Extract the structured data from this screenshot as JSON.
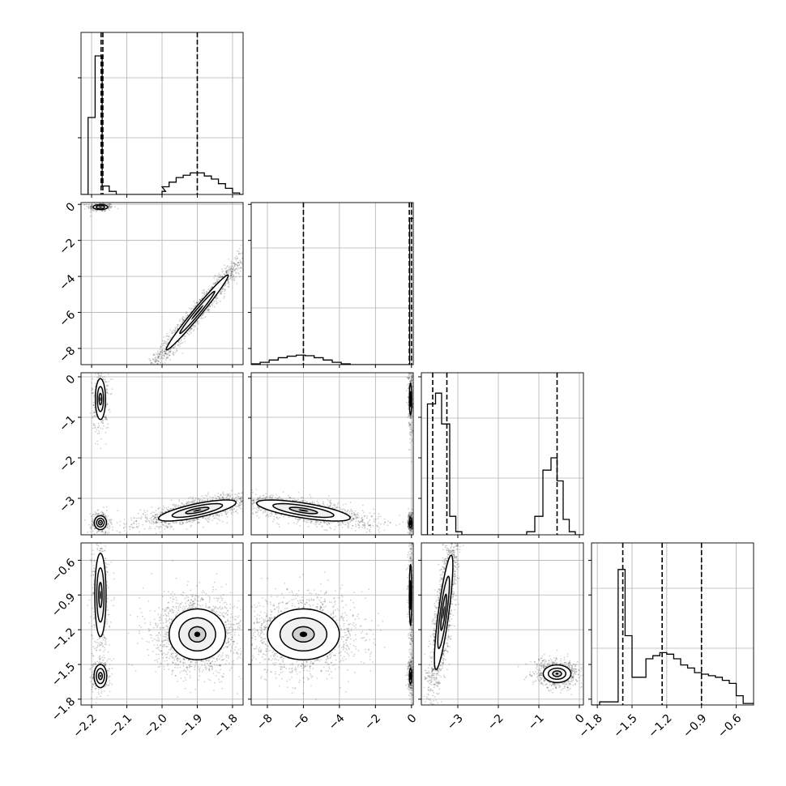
{
  "chart_data": {
    "type": "corner",
    "parameters": 4,
    "grid": true,
    "colors": {
      "ink": "#000000",
      "grid": "#b0b0b0",
      "scatter": "#000000"
    },
    "axes": [
      {
        "range": [
          -2.23,
          -1.77
        ],
        "ticks": [
          -2.2,
          -2.1,
          -2.0,
          -1.9,
          -1.8
        ],
        "tick_labels": [
          "−2.2",
          "−2.1",
          "−2.0",
          "−1.9",
          "−1.8"
        ]
      },
      {
        "range": [
          -8.9,
          0.1
        ],
        "ticks": [
          -8,
          -6,
          -4,
          -2,
          0
        ],
        "tick_labels": [
          "−8",
          "−6",
          "−4",
          "−2",
          "0"
        ]
      },
      {
        "range": [
          -3.9,
          0.1
        ],
        "ticks": [
          -3,
          -2,
          -1,
          0
        ],
        "tick_labels": [
          "−3",
          "−2",
          "−1",
          "0"
        ]
      },
      {
        "range": [
          -1.85,
          -0.45
        ],
        "ticks": [
          -1.8,
          -1.5,
          -1.2,
          -0.9,
          -0.6
        ],
        "tick_labels": [
          "−1.8",
          "−1.5",
          "−1.2",
          "−0.9",
          "−0.6"
        ]
      }
    ],
    "row_tick_labels": [
      [],
      [
        "0",
        "−2",
        "−4",
        "−6",
        "−8"
      ],
      [
        "0",
        "−1",
        "−2",
        "−3"
      ],
      [
        "−0.6",
        "−0.9",
        "−1.2",
        "−1.5",
        "−1.8"
      ]
    ],
    "row_ticks": [
      [],
      [
        0,
        -2,
        -4,
        -6,
        -8
      ],
      [
        0,
        -1,
        -2,
        -3
      ],
      [
        -0.6,
        -0.9,
        -1.2,
        -1.5,
        -1.8
      ]
    ],
    "histograms": [
      {
        "param": 0,
        "quantiles": [
          -2.173,
          -2.168,
          -1.9
        ],
        "bins": [
          [
            -2.23,
            -2.21,
            0.0
          ],
          [
            -2.21,
            -2.19,
            0.5
          ],
          [
            -2.19,
            -2.17,
            0.9
          ],
          [
            -2.17,
            -2.15,
            0.055
          ],
          [
            -2.15,
            -2.13,
            0.02
          ],
          [
            -2.13,
            -2.0,
            0.0
          ],
          [
            -2.0,
            -1.99,
            0.02
          ],
          [
            -2.0,
            -1.98,
            0.05
          ],
          [
            -1.98,
            -1.96,
            0.08
          ],
          [
            -1.96,
            -1.94,
            0.11
          ],
          [
            -1.94,
            -1.92,
            0.125
          ],
          [
            -1.92,
            -1.9,
            0.14
          ],
          [
            -1.9,
            -1.88,
            0.14
          ],
          [
            -1.88,
            -1.86,
            0.12
          ],
          [
            -1.86,
            -1.84,
            0.1
          ],
          [
            -1.84,
            -1.82,
            0.07
          ],
          [
            -1.82,
            -1.8,
            0.04
          ],
          [
            -1.8,
            -1.78,
            0.01
          ],
          [
            -1.78,
            -1.77,
            0.0
          ]
        ]
      },
      {
        "param": 1,
        "quantiles": [
          -6.0,
          -0.12,
          0.0
        ],
        "bins": [
          [
            -8.9,
            -8.4,
            0.005
          ],
          [
            -8.4,
            -7.9,
            0.015
          ],
          [
            -7.9,
            -7.4,
            0.03
          ],
          [
            -7.4,
            -6.9,
            0.045
          ],
          [
            -6.9,
            -6.4,
            0.055
          ],
          [
            -6.4,
            -5.9,
            0.062
          ],
          [
            -5.9,
            -5.4,
            0.058
          ],
          [
            -5.4,
            -4.9,
            0.045
          ],
          [
            -4.9,
            -4.4,
            0.03
          ],
          [
            -4.4,
            -3.9,
            0.015
          ],
          [
            -3.9,
            -3.4,
            0.005
          ],
          [
            -3.4,
            -0.4,
            0.0
          ],
          [
            -0.4,
            -0.1,
            0.0
          ],
          [
            -0.1,
            0.1,
            0.95
          ]
        ]
      },
      {
        "param": 2,
        "quantiles": [
          -3.62,
          -3.27,
          -0.55
        ],
        "bins": [
          [
            -3.9,
            -3.75,
            0.0
          ],
          [
            -3.75,
            -3.55,
            0.85
          ],
          [
            -3.55,
            -3.4,
            0.92
          ],
          [
            -3.4,
            -3.2,
            0.72
          ],
          [
            -3.2,
            -3.05,
            0.12
          ],
          [
            -3.05,
            -2.9,
            0.02
          ],
          [
            -2.9,
            -1.3,
            0.0
          ],
          [
            -1.3,
            -1.1,
            0.02
          ],
          [
            -1.1,
            -0.9,
            0.12
          ],
          [
            -0.9,
            -0.7,
            0.42
          ],
          [
            -0.7,
            -0.55,
            0.5
          ],
          [
            -0.55,
            -0.4,
            0.35
          ],
          [
            -0.4,
            -0.25,
            0.1
          ],
          [
            -0.25,
            -0.1,
            0.02
          ],
          [
            -0.1,
            0.1,
            0.0
          ]
        ]
      },
      {
        "param": 3,
        "quantiles": [
          -1.58,
          -1.24,
          -0.9
        ],
        "bins": [
          [
            -1.85,
            -1.78,
            0.0
          ],
          [
            -1.78,
            -1.72,
            0.02
          ],
          [
            -1.72,
            -1.62,
            0.02
          ],
          [
            -1.62,
            -1.56,
            0.88
          ],
          [
            -1.56,
            -1.5,
            0.45
          ],
          [
            -1.5,
            -1.44,
            0.18
          ],
          [
            -1.44,
            -1.38,
            0.18
          ],
          [
            -1.38,
            -1.32,
            0.3
          ],
          [
            -1.32,
            -1.26,
            0.32
          ],
          [
            -1.26,
            -1.2,
            0.34
          ],
          [
            -1.2,
            -1.14,
            0.33
          ],
          [
            -1.14,
            -1.08,
            0.3
          ],
          [
            -1.08,
            -1.02,
            0.26
          ],
          [
            -1.02,
            -0.96,
            0.24
          ],
          [
            -0.96,
            -0.9,
            0.21
          ],
          [
            -0.9,
            -0.84,
            0.2
          ],
          [
            -0.84,
            -0.78,
            0.19
          ],
          [
            -0.78,
            -0.72,
            0.18
          ],
          [
            -0.72,
            -0.66,
            0.16
          ],
          [
            -0.66,
            -0.6,
            0.14
          ],
          [
            -0.6,
            -0.54,
            0.06
          ],
          [
            -0.54,
            -0.45,
            0.01
          ]
        ]
      }
    ],
    "hist_ymax": [
      1.0,
      1.0,
      1.0,
      1.0
    ],
    "joint": [
      {
        "x": 0,
        "y": 1,
        "blobs": [
          {
            "cx": -2.175,
            "cy": -0.15,
            "sx": 0.012,
            "sy": 0.08,
            "rho": 0.0,
            "n": 250,
            "levels": [
              1.0,
              1.7
            ]
          },
          {
            "cx": -1.9,
            "cy": -6.0,
            "sx": 0.055,
            "sy": 1.3,
            "rho": 0.985,
            "n": 1500,
            "levels": [
              0.9,
              1.6
            ]
          }
        ]
      },
      {
        "x": 0,
        "y": 2,
        "blobs": [
          {
            "cx": -2.175,
            "cy": -0.55,
            "sx": 0.008,
            "sy": 0.28,
            "rho": 0.0,
            "n": 350,
            "levels": [
              0.5,
              1.1,
              1.8
            ]
          },
          {
            "cx": -2.175,
            "cy": -3.6,
            "sx": 0.009,
            "sy": 0.09,
            "rho": 0.0,
            "n": 350,
            "levels": [
              0.6,
              1.2,
              1.9
            ]
          },
          {
            "cx": -1.9,
            "cy": -3.3,
            "sx": 0.055,
            "sy": 0.13,
            "rho": 0.75,
            "n": 1500,
            "levels": [
              0.6,
              1.3,
              2.0
            ]
          }
        ]
      },
      {
        "x": 0,
        "y": 3,
        "blobs": [
          {
            "cx": -2.175,
            "cy": -0.9,
            "sx": 0.008,
            "sy": 0.18,
            "rho": 0.0,
            "n": 500,
            "levels": [
              0.6,
              1.3,
              2.0
            ]
          },
          {
            "cx": -2.175,
            "cy": -1.6,
            "sx": 0.009,
            "sy": 0.05,
            "rho": 0.0,
            "n": 300,
            "levels": [
              0.6,
              1.3,
              2.0
            ]
          },
          {
            "cx": -1.9,
            "cy": -1.24,
            "sx": 0.04,
            "sy": 0.11,
            "rho": 0.0,
            "n": 1800,
            "levels": [
              0.6,
              1.3,
              2.0
            ]
          }
        ]
      },
      {
        "x": 1,
        "y": 2,
        "blobs": [
          {
            "cx": -6.0,
            "cy": -3.3,
            "sx": 1.3,
            "sy": 0.13,
            "rho": -0.7,
            "n": 1500,
            "levels": [
              0.6,
              1.3,
              2.0
            ]
          },
          {
            "cx": -0.05,
            "cy": -0.55,
            "sx": 0.05,
            "sy": 0.3,
            "rho": 0.0,
            "n": 300,
            "levels": [
              0.6,
              1.3
            ]
          },
          {
            "cx": -0.05,
            "cy": -3.6,
            "sx": 0.05,
            "sy": 0.09,
            "rho": 0.0,
            "n": 300,
            "levels": [
              0.6,
              1.3
            ]
          }
        ]
      },
      {
        "x": 1,
        "y": 3,
        "blobs": [
          {
            "cx": -6.0,
            "cy": -1.24,
            "sx": 1.0,
            "sy": 0.11,
            "rho": 0.0,
            "n": 1800,
            "levels": [
              0.6,
              1.3,
              2.0
            ]
          },
          {
            "cx": -0.05,
            "cy": -0.9,
            "sx": 0.05,
            "sy": 0.2,
            "rho": 0.0,
            "n": 300,
            "levels": [
              0.6,
              1.3
            ]
          },
          {
            "cx": -0.05,
            "cy": -1.6,
            "sx": 0.05,
            "sy": 0.05,
            "rho": 0.0,
            "n": 250,
            "levels": [
              0.6,
              1.3
            ]
          }
        ]
      },
      {
        "x": 2,
        "y": 3,
        "blobs": [
          {
            "cx": -3.35,
            "cy": -1.05,
            "sx": 0.12,
            "sy": 0.26,
            "rho": 0.82,
            "n": 1800,
            "levels": [
              0.6,
              1.2,
              1.9
            ]
          },
          {
            "cx": -0.55,
            "cy": -1.58,
            "sx": 0.18,
            "sy": 0.04,
            "rho": 0.0,
            "n": 900,
            "levels": [
              0.6,
              1.2,
              1.9
            ]
          }
        ]
      }
    ]
  }
}
